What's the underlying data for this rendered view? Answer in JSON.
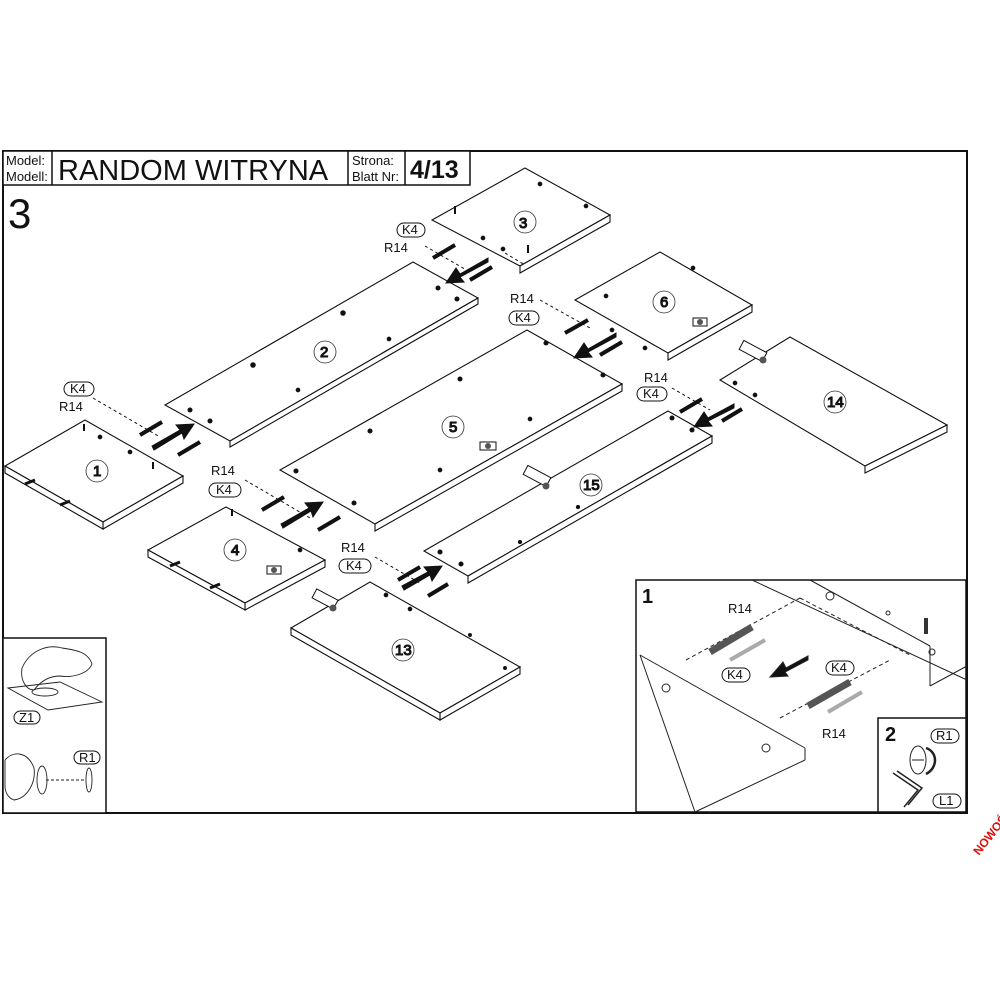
{
  "header": {
    "model_label_line1": "Model:",
    "model_label_line2": "Modell:",
    "model_name": "RANDOM WITRYNA",
    "page_label_line1": "Strona:",
    "page_label_line2": "Blatt Nr:",
    "page_number": "4/13"
  },
  "step_number": "3",
  "panels": {
    "p1": "1",
    "p2": "2",
    "p3": "3",
    "p4": "4",
    "p5": "5",
    "p6": "6",
    "p13": "13",
    "p14": "14",
    "p15": "15"
  },
  "part_tags": {
    "k4": "K4",
    "r14": "R14",
    "z1": "Z1",
    "r1": "R1",
    "l1": "L1"
  },
  "inset_detail": {
    "step": "1"
  },
  "inset_tool": {
    "step": "2"
  },
  "stamp_text": "NOWOŚĆ"
}
